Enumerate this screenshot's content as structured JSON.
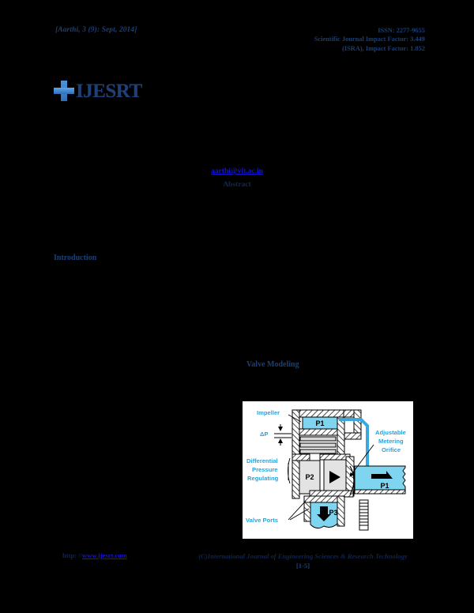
{
  "page": {
    "background_color": "#000000",
    "paper_color": "#ffffff"
  },
  "header": {
    "running_head_left": "[Aarthi, 3 (9): Sept, 2014]",
    "right_lines": [
      "ISSN: 2277-9655",
      "Scientific Journal Impact Factor: 3.449",
      "(ISRA), Impact Factor: 1.852"
    ]
  },
  "logo": {
    "mark": "plus-cross-logo",
    "wordmark": "IJESRT",
    "mark_color": "#3f86d4",
    "wordmark_color": "#1f3f76"
  },
  "correspondence": {
    "email": "aarthi@vit.ac.in",
    "email_color": "#1414d6"
  },
  "sections": {
    "abstract_heading": "Abstract",
    "introduction_heading": "Introduction",
    "valve_modeling_heading": "Valve Modeling"
  },
  "figure": {
    "name": "pressure-compensated-valve-diagram",
    "background": "#ffffff",
    "label_color": "#29a3d9",
    "fill_cyan": "#7fd4f0",
    "fill_gray": "#e3e3e3",
    "labels": {
      "impeller": "Impeller",
      "delta_p": "ΔP",
      "differential_pressure_regulating": [
        "Differential",
        "Pressure",
        "Regulating"
      ],
      "valve_ports": "Valve Ports",
      "adjustable_metering_orifice": [
        "Adjustable",
        "Metering",
        "Orifice"
      ],
      "p1_top": "P1",
      "p1_right": "P1",
      "p2": "P2",
      "p3": "P3"
    }
  },
  "footer": {
    "url_prefix": "http: //",
    "url": "www.ijesrt.com",
    "url_color": "#1414d6",
    "journal_line": "(C)International Journal of Engineering Sciences & Research Technology",
    "page_range": "[1-5]"
  }
}
